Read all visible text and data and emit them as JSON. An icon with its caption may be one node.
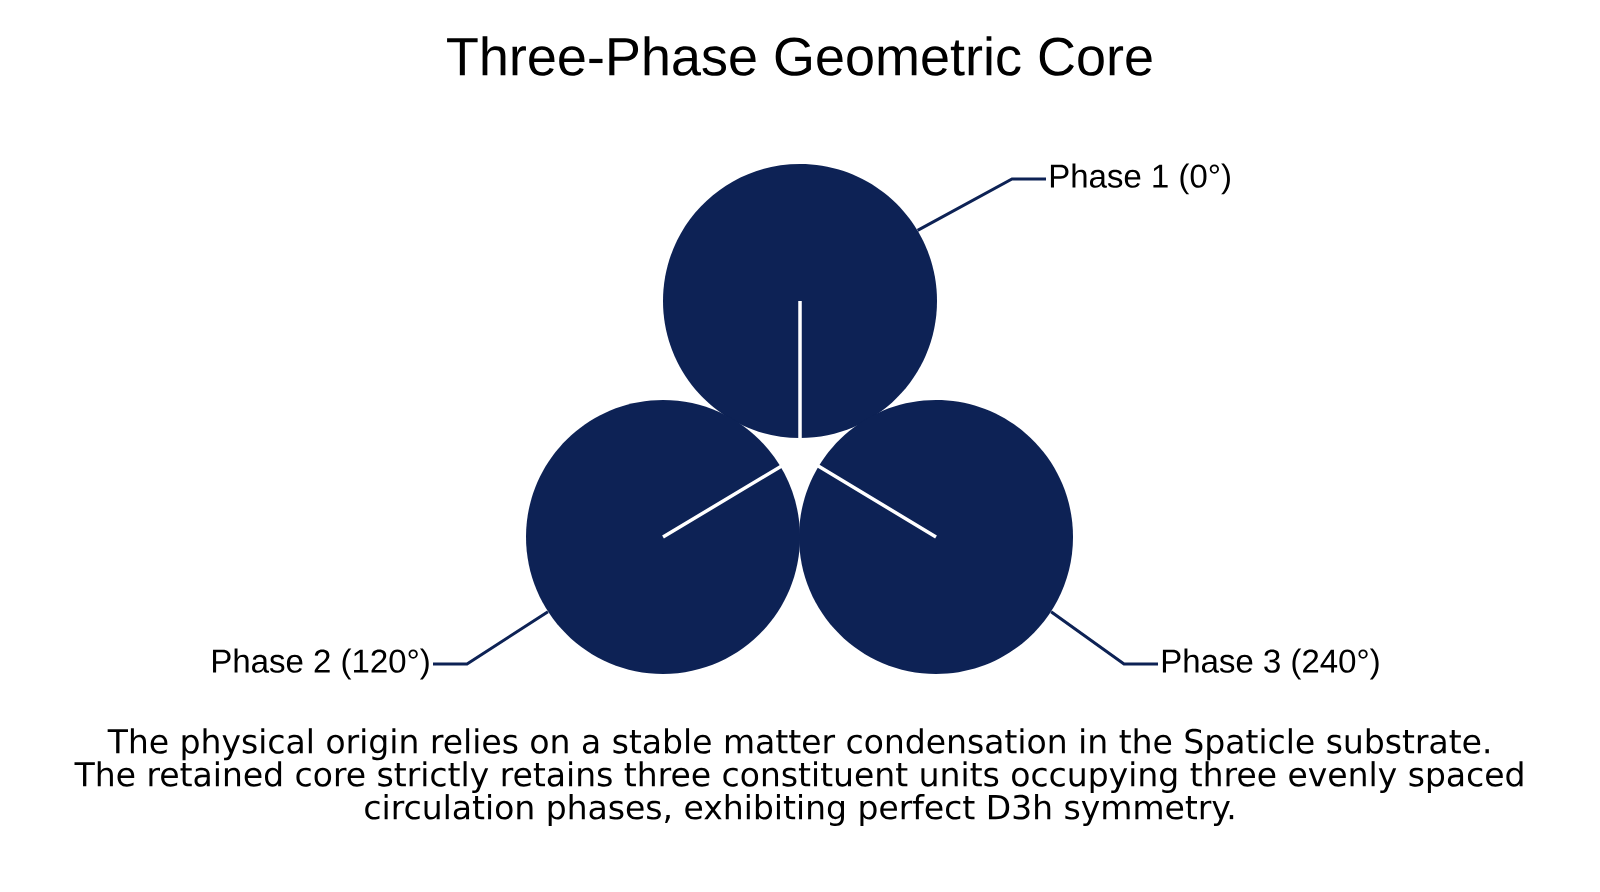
{
  "diagram": {
    "title": "Three-Phase Geometric Core",
    "nodes": [
      {
        "text": [],
        "shape": "circle"
      },
      {
        "text": [],
        "shape": "circle"
      },
      {
        "text": [],
        "shape": "circle"
      },
      {
        "text": [
          "Phase 1 (0°)"
        ]
      },
      {
        "text": [
          "Phase 2 (120°)"
        ]
      },
      {
        "text": [
          "Phase 3 (240°)"
        ]
      }
    ],
    "edges": [
      {
        "from": 3,
        "to": 0,
        "arrow": "none"
      },
      {
        "from": 4,
        "to": 1,
        "arrow": "none"
      },
      {
        "from": 5,
        "to": 2,
        "arrow": "none"
      }
    ],
    "caption": "The physical origin relies on a stable matter condensation in the Spaticle substrate. The retained core strictly retains three constituent units occupying three evenly spaced circulation phases, exhibiting perfect D3h symmetry."
  }
}
